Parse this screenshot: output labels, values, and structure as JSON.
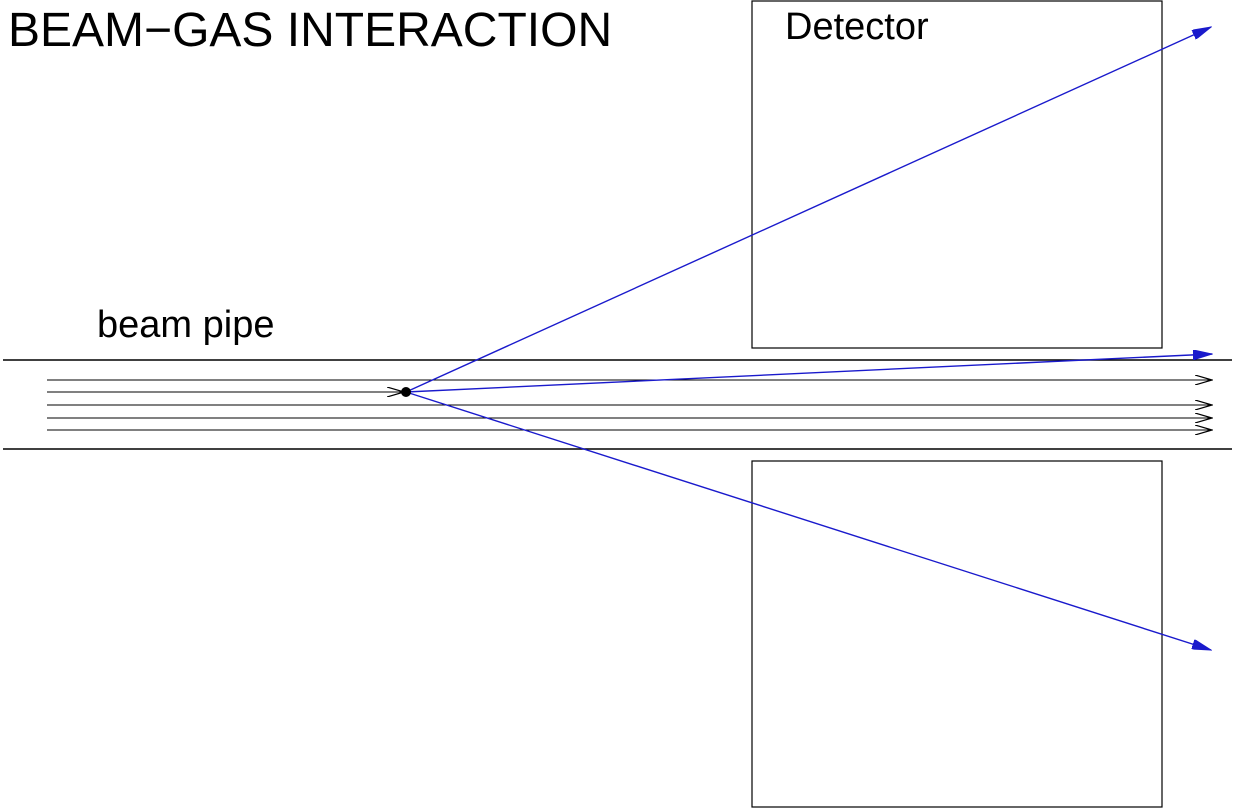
{
  "title": "BEAM−GAS INTERACTION",
  "labels": {
    "detector": "Detector",
    "beam_pipe": "beam pipe"
  },
  "colors": {
    "outline": "#000000",
    "secondary_tracks": "#1a1acc",
    "background": "#ffffff"
  },
  "beam": {
    "line_count": 5,
    "scattered_track_count": 3
  }
}
